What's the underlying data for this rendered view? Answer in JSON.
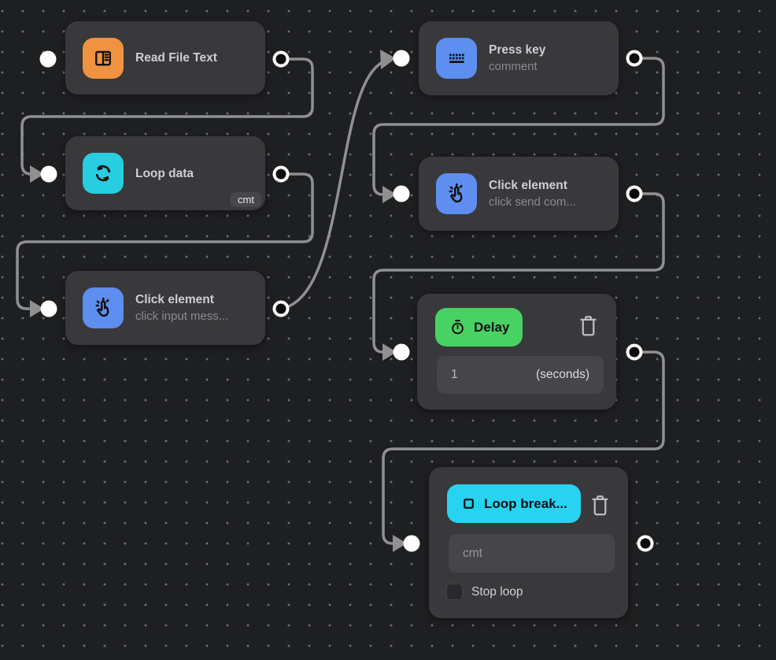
{
  "canvas": {
    "background": "#1e1f21",
    "dot_color": "#6b6c71",
    "edge_color": "#8f9092",
    "node_bg": "#39393b"
  },
  "colors": {
    "orange_icon": "#f0923f",
    "cyan_icon": "#27cde0",
    "blue_icon": "#5e8eef",
    "green_button": "#48d263",
    "cyan_button": "#27d3f0",
    "field_bg": "#46464a"
  },
  "nodes": {
    "read_file": {
      "title": "Read File Text",
      "icon": "file-text-icon"
    },
    "loop_data": {
      "title": "Loop data",
      "badge": "cmt",
      "icon": "loop-icon"
    },
    "click1": {
      "title": "Click element",
      "subtitle": "click input mess...",
      "icon": "hand-click-icon"
    },
    "press_key": {
      "title": "Press key",
      "subtitle": "comment",
      "icon": "keyboard-icon"
    },
    "click2": {
      "title": "Click element",
      "subtitle": "click send com...",
      "icon": "hand-click-icon"
    },
    "delay": {
      "label": "Delay",
      "value": "1",
      "unit": "(seconds)",
      "icon": "stopwatch-icon"
    },
    "loop_break": {
      "label": "Loop break...",
      "value": "cmt",
      "checkbox_label": "Stop loop",
      "checkbox_checked": false,
      "icon": "stop-square-icon"
    }
  }
}
